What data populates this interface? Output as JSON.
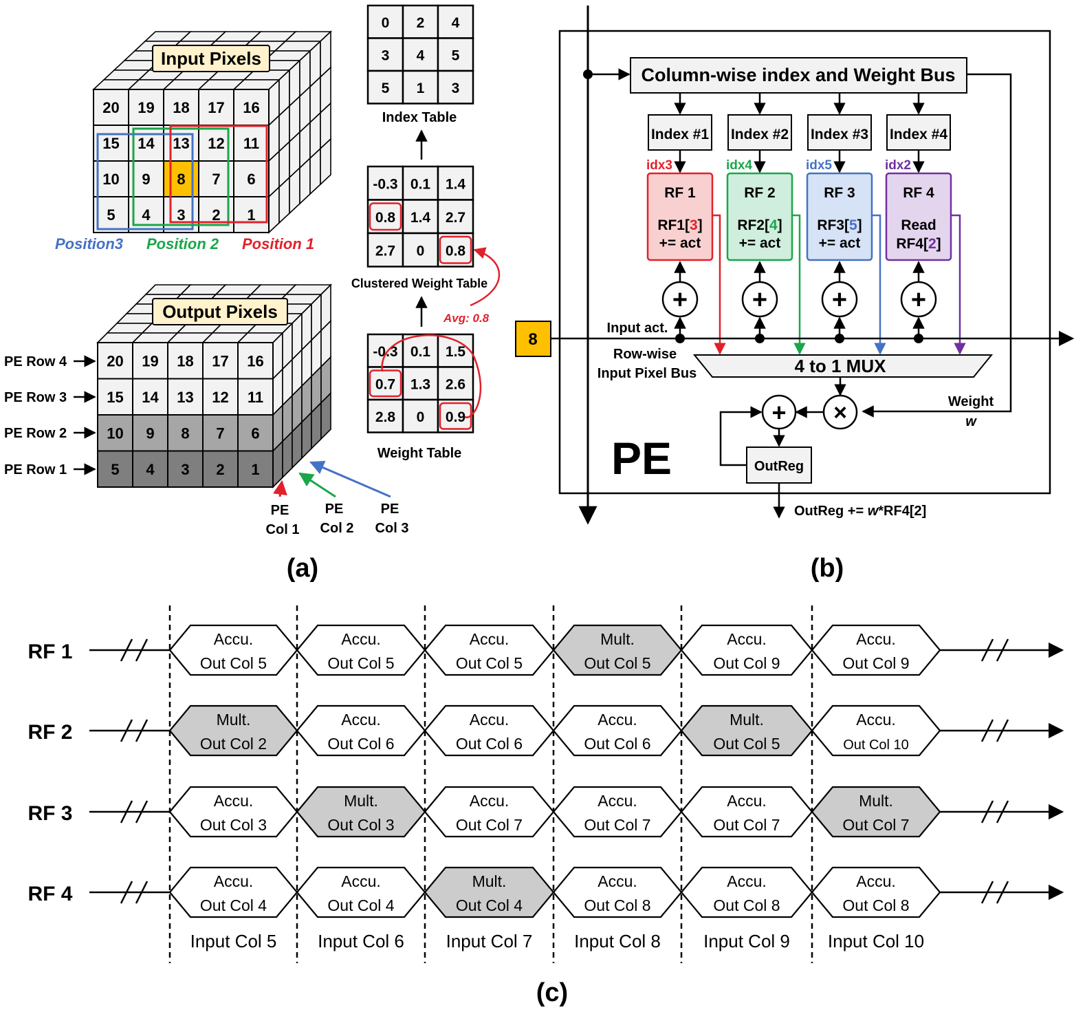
{
  "colors": {
    "red": "#e0212b",
    "green": "#1aa64a",
    "blue": "#4472c4",
    "purple": "#7030a0",
    "orange": "#ffc000",
    "label_fill": "#fff2cc",
    "rf1_fill": "#f9d0d0",
    "rf2_fill": "#cfeedd",
    "rf3_fill": "#d6e2f5",
    "rf4_fill": "#e3d5ee",
    "box_gray": "#f2f2f2",
    "shade_mid": "#a6a6a6",
    "shade_dark": "#7f7f7f",
    "mult_fill": "#cccccc"
  },
  "panel_a": {
    "input_title": "Input Pixels",
    "output_title": "Output Pixels",
    "input_grid": [
      [
        "20",
        "19",
        "18",
        "17",
        "16"
      ],
      [
        "15",
        "14",
        "13",
        "12",
        "11"
      ],
      [
        "10",
        "9",
        "8",
        "7",
        "6"
      ],
      [
        "5",
        "4",
        "3",
        "2",
        "1"
      ]
    ],
    "output_grid": [
      [
        "20",
        "19",
        "18",
        "17",
        "16"
      ],
      [
        "15",
        "14",
        "13",
        "12",
        "11"
      ],
      [
        "10",
        "9",
        "8",
        "7",
        "6"
      ],
      [
        "5",
        "4",
        "3",
        "2",
        "1"
      ]
    ],
    "positions": [
      "Position3",
      "Position 2",
      "Position 1"
    ],
    "pe_rows": [
      "PE Row 4",
      "PE Row 3",
      "PE Row 2",
      "PE Row 1"
    ],
    "pe_cols": [
      [
        "PE",
        "Col 1"
      ],
      [
        "PE",
        "Col 2"
      ],
      [
        "PE",
        "Col 3"
      ]
    ],
    "index_table": [
      [
        "0",
        "2",
        "4"
      ],
      [
        "3",
        "4",
        "5"
      ],
      [
        "5",
        "1",
        "3"
      ]
    ],
    "index_table_label": "Index Table",
    "clustered_table": [
      [
        "-0.3",
        "0.1",
        "1.4"
      ],
      [
        "0.8",
        "1.4",
        "2.7"
      ],
      [
        "2.7",
        "0",
        "0.8"
      ]
    ],
    "clustered_table_label": "Clustered Weight Table",
    "weight_table": [
      [
        "-0.3",
        "0.1",
        "1.5"
      ],
      [
        "0.7",
        "1.3",
        "2.6"
      ],
      [
        "2.8",
        "0",
        "0.9"
      ]
    ],
    "weight_table_label": "Weight Table",
    "avg_label": "Avg: 0.8",
    "caption": "(a)"
  },
  "panel_b": {
    "bus_label": "Column-wise index and Weight Bus",
    "indexes": [
      "Index #1",
      "Index #2",
      "Index #3",
      "Index #4"
    ],
    "idx_labels": [
      "idx3",
      "idx4",
      "idx5",
      "idx2"
    ],
    "rfs": [
      {
        "title": "RF 1",
        "line1_pre": "RF1[",
        "line1_idx": "3",
        "line1_post": "]",
        "line2": "+= act"
      },
      {
        "title": "RF 2",
        "line1_pre": "RF2[",
        "line1_idx": "4",
        "line1_post": "]",
        "line2": "+= act"
      },
      {
        "title": "RF 3",
        "line1_pre": "RF3[",
        "line1_idx": "5",
        "line1_post": "]",
        "line2": "+= act"
      },
      {
        "title": "RF 4",
        "line1_pre": "Read",
        "line1_idx": "",
        "line1_post": "",
        "line2_pre": "RF4[",
        "line2_idx": "2",
        "line2_post": "]"
      }
    ],
    "input_value": "8",
    "input_act_label": "Input act.",
    "row_bus_label_1": "Row-wise",
    "row_bus_label_2": "Input Pixel Bus",
    "mux_label": "4 to 1 MUX",
    "weight_label": "Weight",
    "weight_symbol": "w",
    "outreg_label": "OutReg",
    "pe_label": "PE",
    "outreg_pre": "OutReg += ",
    "outreg_w": "w",
    "outreg_post": "*RF4[2]",
    "caption": "(b)"
  },
  "panel_c": {
    "rows": [
      {
        "label": "RF 1",
        "cells": [
          {
            "op": "Accu.",
            "col": "Out Col 5",
            "mult": false
          },
          {
            "op": "Accu.",
            "col": "Out Col 5",
            "mult": false
          },
          {
            "op": "Accu.",
            "col": "Out Col 5",
            "mult": false
          },
          {
            "op": "Mult.",
            "col": "Out Col 5",
            "mult": true
          },
          {
            "op": "Accu.",
            "col": "Out Col 9",
            "mult": false
          },
          {
            "op": "Accu.",
            "col": "Out Col 9",
            "mult": false
          }
        ]
      },
      {
        "label": "RF 2",
        "cells": [
          {
            "op": "Mult.",
            "col": "Out Col 2",
            "mult": true
          },
          {
            "op": "Accu.",
            "col": "Out Col 6",
            "mult": false
          },
          {
            "op": "Accu.",
            "col": "Out Col 6",
            "mult": false
          },
          {
            "op": "Accu.",
            "col": "Out Col 6",
            "mult": false
          },
          {
            "op": "Mult.",
            "col": "Out Col 5",
            "mult": true
          },
          {
            "op": "Accu.",
            "col": "Out Col 10",
            "mult": false
          }
        ]
      },
      {
        "label": "RF 3",
        "cells": [
          {
            "op": "Accu.",
            "col": "Out Col 3",
            "mult": false
          },
          {
            "op": "Mult.",
            "col": "Out Col 3",
            "mult": true
          },
          {
            "op": "Accu.",
            "col": "Out Col 7",
            "mult": false
          },
          {
            "op": "Accu.",
            "col": "Out Col 7",
            "mult": false
          },
          {
            "op": "Accu.",
            "col": "Out Col 7",
            "mult": false
          },
          {
            "op": "Mult.",
            "col": "Out Col 7",
            "mult": true
          }
        ]
      },
      {
        "label": "RF 4",
        "cells": [
          {
            "op": "Accu.",
            "col": "Out Col 4",
            "mult": false
          },
          {
            "op": "Accu.",
            "col": "Out Col 4",
            "mult": false
          },
          {
            "op": "Mult.",
            "col": "Out Col 4",
            "mult": true
          },
          {
            "op": "Accu.",
            "col": "Out Col 8",
            "mult": false
          },
          {
            "op": "Accu.",
            "col": "Out Col 8",
            "mult": false
          },
          {
            "op": "Accu.",
            "col": "Out Col 8",
            "mult": false
          }
        ]
      }
    ],
    "input_cols": [
      "Input Col 5",
      "Input Col 6",
      "Input Col 7",
      "Input Col 8",
      "Input Col 9",
      "Input Col 10"
    ],
    "caption": "(c)"
  }
}
